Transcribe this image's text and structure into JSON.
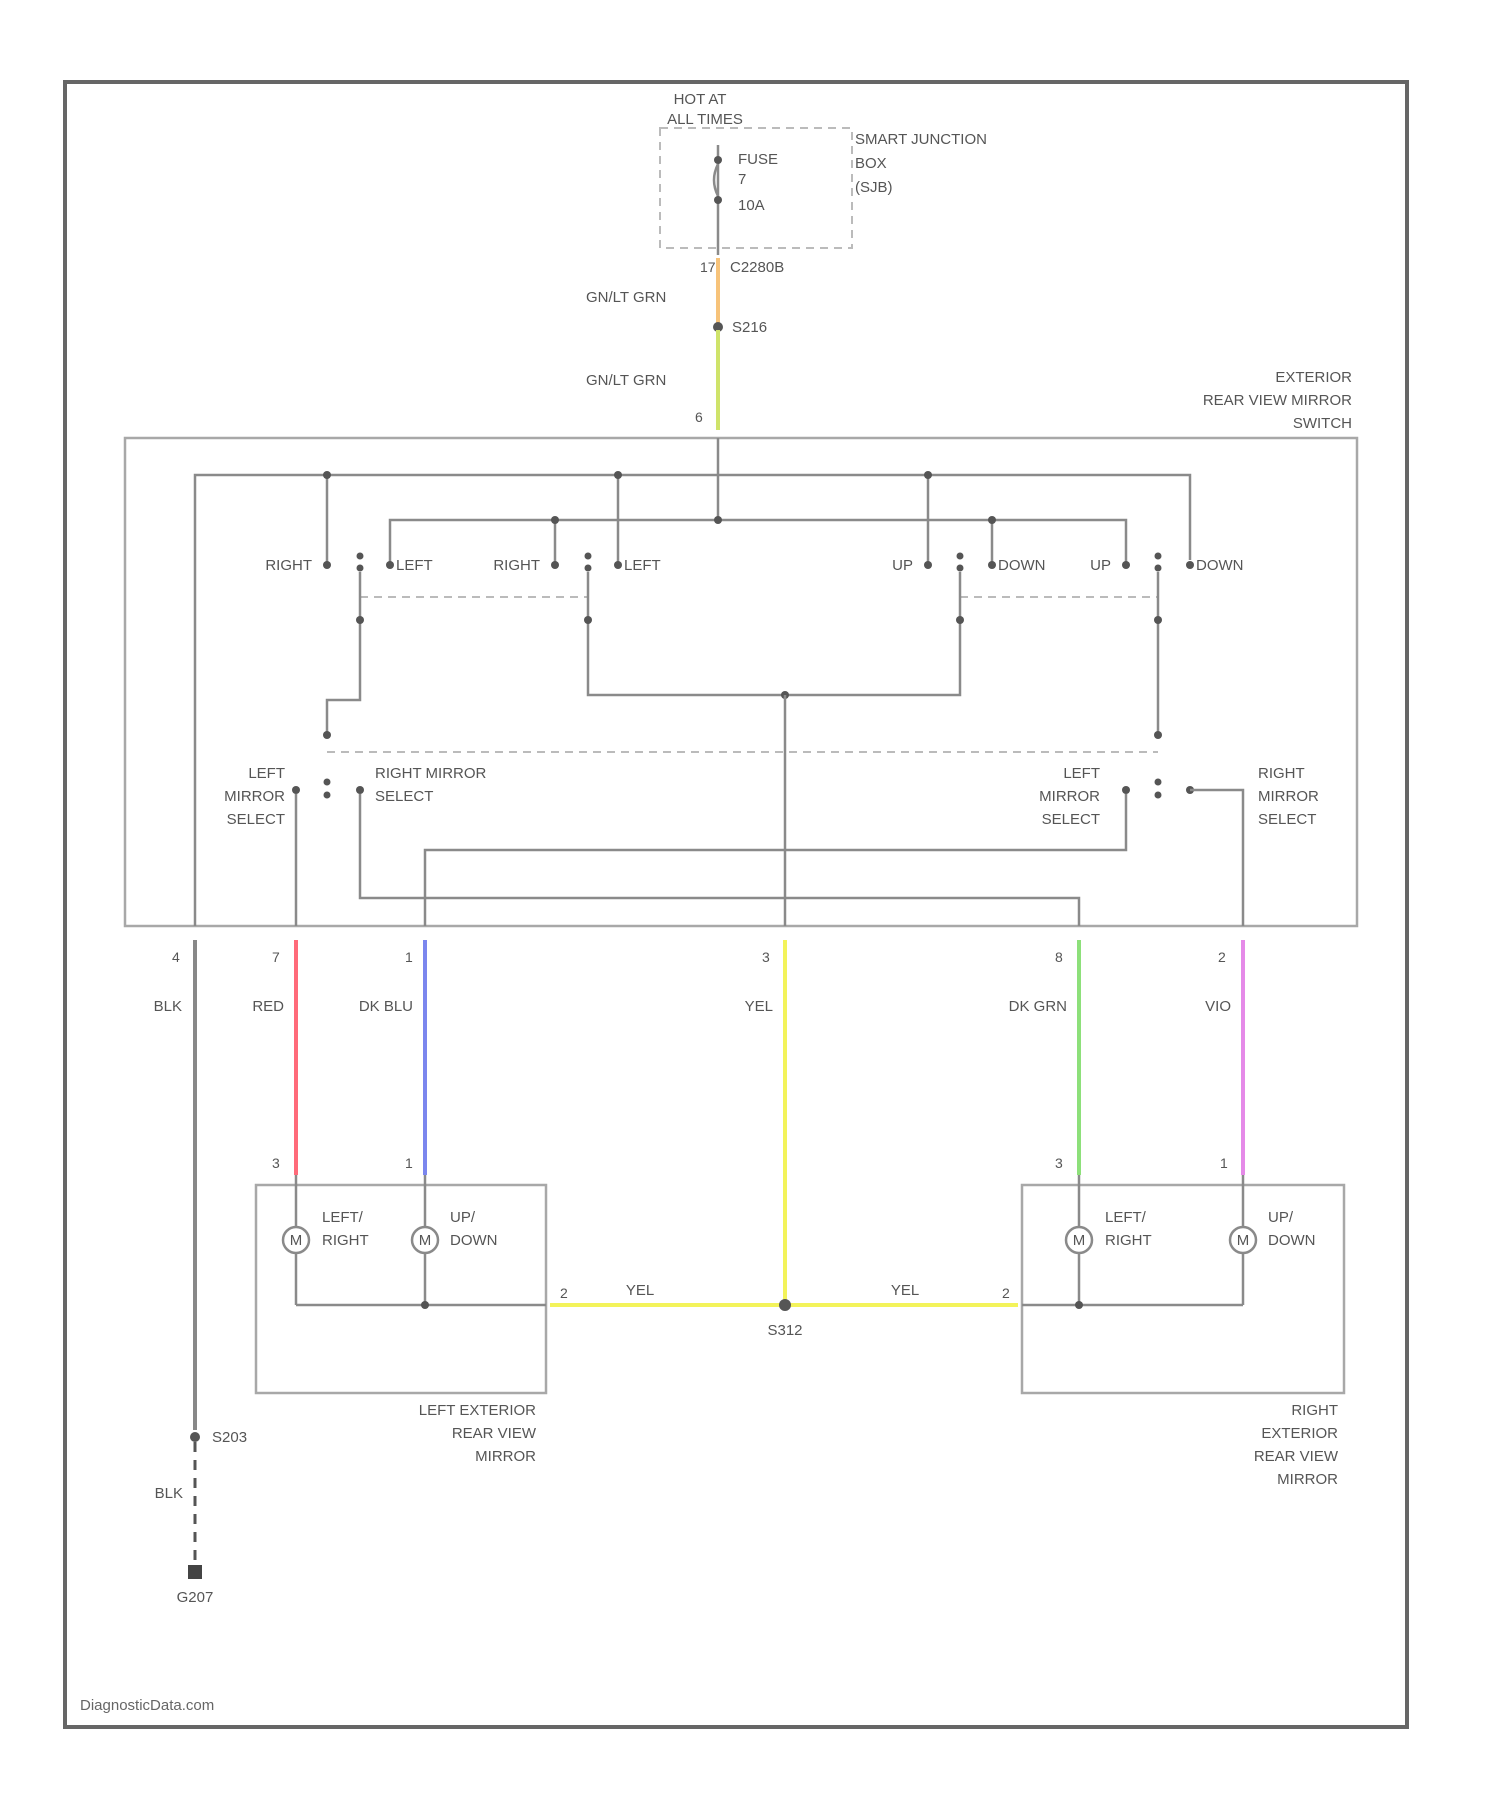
{
  "fuse_box": {
    "hot_at": "HOT AT",
    "all_times": "ALL TIMES",
    "fuse_label": "FUSE",
    "fuse_number": "7",
    "fuse_rating": "10A",
    "name_lines": [
      "SMART JUNCTION",
      "BOX",
      "(SJB)"
    ],
    "pin": "17",
    "connector": "C2280B"
  },
  "feed": {
    "wire_upper": "GN/LT GRN",
    "splice": "S216",
    "wire_lower": "GN/LT GRN",
    "switch_pin": "6"
  },
  "switch": {
    "name_lines": [
      "EXTERIOR",
      "REAR VIEW MIRROR",
      "SWITCH"
    ],
    "contacts": {
      "right_1": "RIGHT",
      "left_1": "LEFT",
      "right_2": "RIGHT",
      "left_2": "LEFT",
      "up_1": "UP",
      "down_1": "DOWN",
      "up_2": "UP",
      "down_2": "DOWN"
    },
    "left_select_lines": [
      "LEFT",
      "MIRROR",
      "SELECT"
    ],
    "right_select_lines": [
      "RIGHT MIRROR",
      "SELECT"
    ],
    "left_select_2_lines": [
      "LEFT",
      "MIRROR",
      "SELECT"
    ],
    "right_select_2_lines": [
      "RIGHT",
      "MIRROR",
      "SELECT"
    ]
  },
  "output_wires": [
    {
      "pin": "4",
      "color_name": "BLK",
      "color": "#888888"
    },
    {
      "pin": "7",
      "color_name": "RED",
      "color": "#ff6b7a"
    },
    {
      "pin": "1",
      "color_name": "DK BLU",
      "color": "#7b86ee"
    },
    {
      "pin": "3",
      "color_name": "YEL",
      "color": "#f3f35a"
    },
    {
      "pin": "8",
      "color_name": "DK GRN",
      "color": "#8de07a"
    },
    {
      "pin": "2",
      "color_name": "VIO",
      "color": "#e58ae8"
    }
  ],
  "left_mirror": {
    "name_lines": [
      "LEFT EXTERIOR",
      "REAR VIEW",
      "MIRROR"
    ],
    "pin_a": "3",
    "pin_b": "1",
    "pin_common": "2",
    "motor_a_symbol": "M",
    "motor_a_lines": [
      "LEFT/",
      "RIGHT"
    ],
    "motor_b_symbol": "M",
    "motor_b_lines": [
      "UP/",
      "DOWN"
    ],
    "common_wire": "YEL"
  },
  "right_mirror": {
    "name_lines": [
      "RIGHT",
      "EXTERIOR",
      "REAR VIEW",
      "MIRROR"
    ],
    "pin_a": "3",
    "pin_b": "1",
    "pin_common": "2",
    "motor_a_symbol": "M",
    "motor_a_lines": [
      "LEFT/",
      "RIGHT"
    ],
    "motor_b_symbol": "M",
    "motor_b_lines": [
      "UP/",
      "DOWN"
    ],
    "common_wire": "YEL"
  },
  "splice_center": "S312",
  "ground": {
    "splice": "S203",
    "wire": "BLK",
    "ground_id": "G207"
  },
  "watermark": "DiagnosticData.com"
}
